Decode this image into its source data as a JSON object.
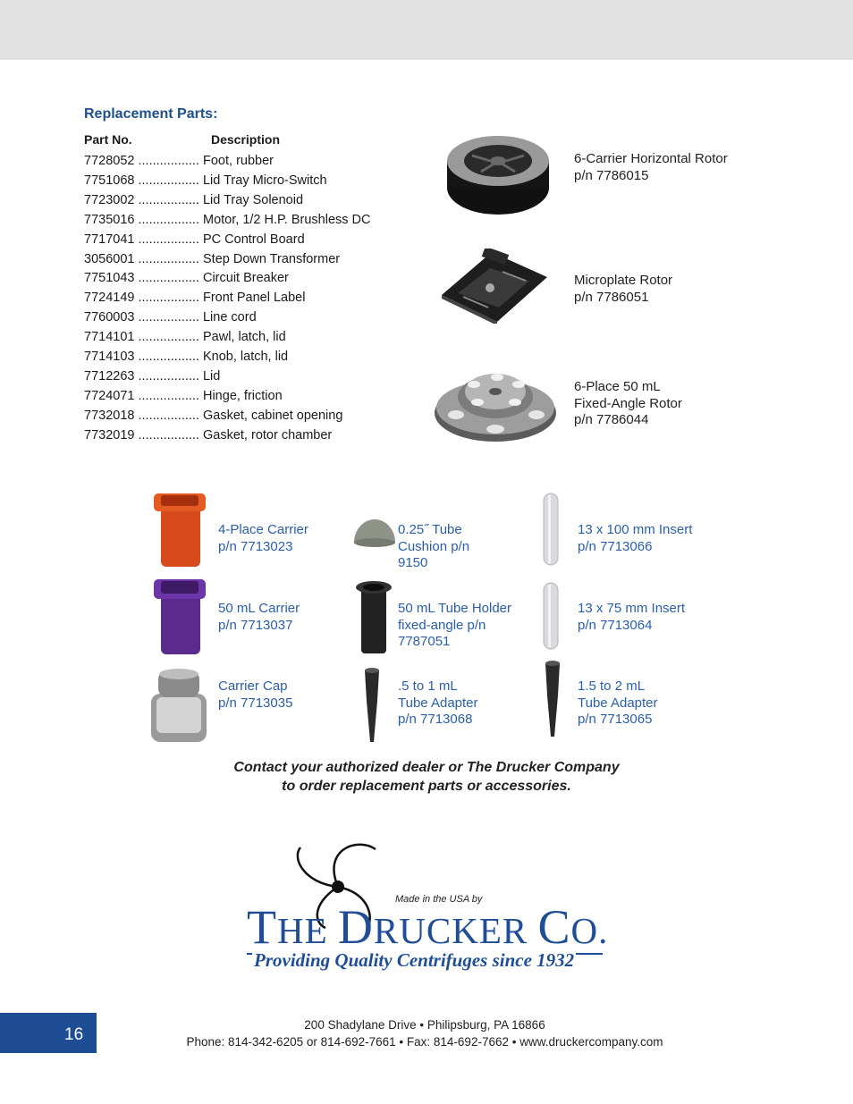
{
  "replacement_parts": {
    "title": "Replacement Parts:",
    "header_part_no": "Part No.",
    "header_description": "Description",
    "rows": [
      "7728052 ................. Foot, rubber",
      "7751068 ................. Lid Tray Micro-Switch",
      "7723002 ................. Lid Tray Solenoid",
      "7735016 ................. Motor, 1/2 H.P. Brushless DC",
      "7717041 ................. PC Control Board",
      "3056001 ................. Step Down Transformer",
      "7751043 ................. Circuit Breaker",
      "7724149 ................. Front Panel Label",
      "7760003 ................. Line cord",
      "7714101 ................. Pawl, latch, lid",
      "7714103 ................. Knob, latch, lid",
      "7712263 ................. Lid",
      "7724071 ................. Hinge, friction",
      "7732018 ................. Gasket, cabinet opening",
      "7732019 ................. Gasket, rotor chamber"
    ]
  },
  "rotors": [
    {
      "lines": [
        "6-Carrier Horizontal Rotor",
        "p/n 7786015"
      ]
    },
    {
      "lines": [
        "Microplate Rotor",
        "p/n 7786051"
      ]
    },
    {
      "lines": [
        "6-Place 50 mL",
        "Fixed-Angle Rotor",
        "p/n 7786044"
      ]
    }
  ],
  "accessories": [
    {
      "lines": [
        "4-Place Carrier",
        "p/n 7713023"
      ]
    },
    {
      "lines": [
        "0.25˝ Tube",
        "Cushion p/n",
        "9150"
      ]
    },
    {
      "lines": [
        "13 x 100 mm Insert",
        "p/n 7713066"
      ]
    },
    {
      "lines": [
        "50 mL Carrier",
        "p/n 7713037"
      ]
    },
    {
      "lines": [
        "50 mL Tube Holder",
        "fixed-angle p/n",
        "7787051"
      ]
    },
    {
      "lines": [
        "13 x 75 mm Insert",
        "p/n 7713064"
      ]
    },
    {
      "lines": [
        "Carrier Cap",
        "p/n 7713035"
      ]
    },
    {
      "lines": [
        ".5 to 1 mL",
        "Tube Adapter",
        "p/n 7713068"
      ]
    },
    {
      "lines": [
        "1.5 to 2 mL",
        "Tube Adapter",
        "p/n 7713065"
      ]
    }
  ],
  "contact": {
    "line1": "Contact your authorized dealer or The Drucker Company",
    "line2": "to order replacement parts or accessories."
  },
  "logo": {
    "made_in": "Made in the USA by",
    "name_T": "T",
    "name_he": "HE ",
    "name_D": "D",
    "name_rucker": "RUCKER ",
    "name_C": "C",
    "name_o": "O.",
    "tagline": "Providing Quality Centrifuges since 1932"
  },
  "page_number": "16",
  "footer": {
    "address": "200 Shadylane Drive • Philipsburg, PA 16866",
    "contact": "Phone: 814-342-6205 or 814-692-7661 • Fax: 814-692-7662 • www.druckercompany.com"
  },
  "colors": {
    "accent_blue": "#1f4f8f",
    "link_blue": "#2b5ea7",
    "header_band": "#e2e2e2",
    "page_box": "#1f4d95"
  }
}
